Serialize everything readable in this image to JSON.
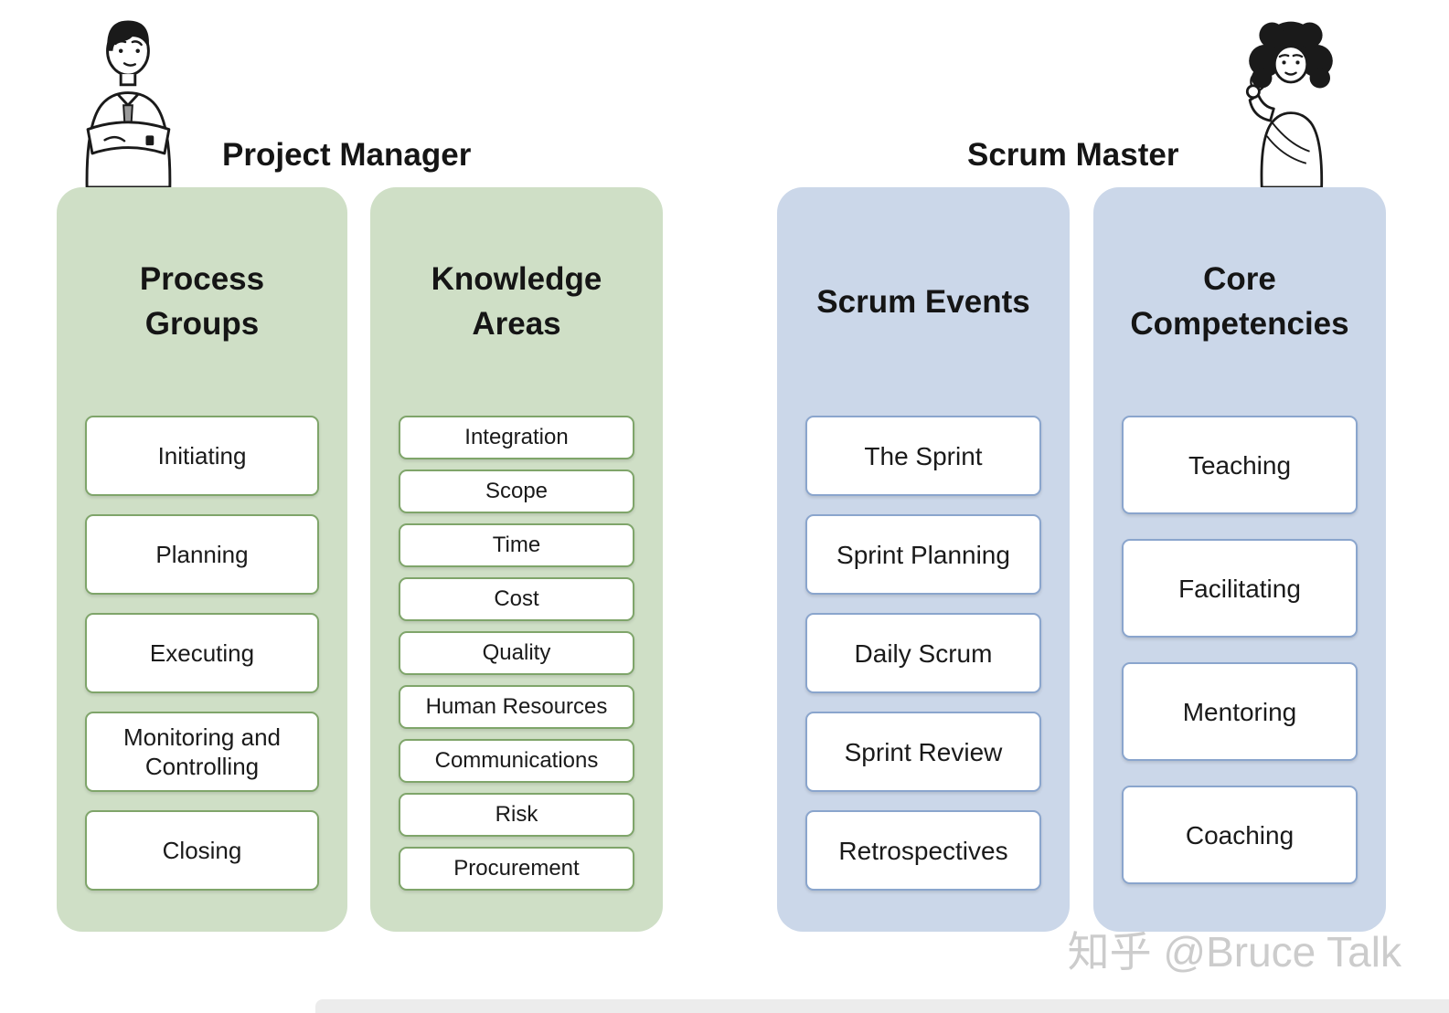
{
  "titles": {
    "left": "Project Manager",
    "right": "Scrum Master"
  },
  "columns": [
    {
      "header": "Process Groups",
      "theme": "green",
      "items": [
        "Initiating",
        "Planning",
        "Executing",
        "Monitoring and Controlling",
        "Closing"
      ]
    },
    {
      "header": "Knowledge Areas",
      "theme": "green",
      "items": [
        "Integration",
        "Scope",
        "Time",
        "Cost",
        "Quality",
        "Human Resources",
        "Communications",
        "Risk",
        "Procurement"
      ]
    },
    {
      "header": "Scrum Events",
      "theme": "blue",
      "items": [
        "The Sprint",
        "Sprint Planning",
        "Daily Scrum",
        "Sprint Review",
        "Retrospectives"
      ]
    },
    {
      "header": "Core Competencies",
      "theme": "blue",
      "items": [
        "Teaching",
        "Facilitating",
        "Mentoring",
        "Coaching"
      ]
    }
  ],
  "icons": {
    "left_illustration": "man-with-crossed-arms",
    "right_illustration": "woman-with-ok-gesture"
  },
  "watermark": "知乎 @Bruce Talk",
  "colors": {
    "green_bg": "#cfdfc6",
    "green_border": "#7fa56a",
    "blue_bg": "#cbd7e9",
    "blue_border": "#8aa5cd",
    "text": "#1a1a1a"
  }
}
